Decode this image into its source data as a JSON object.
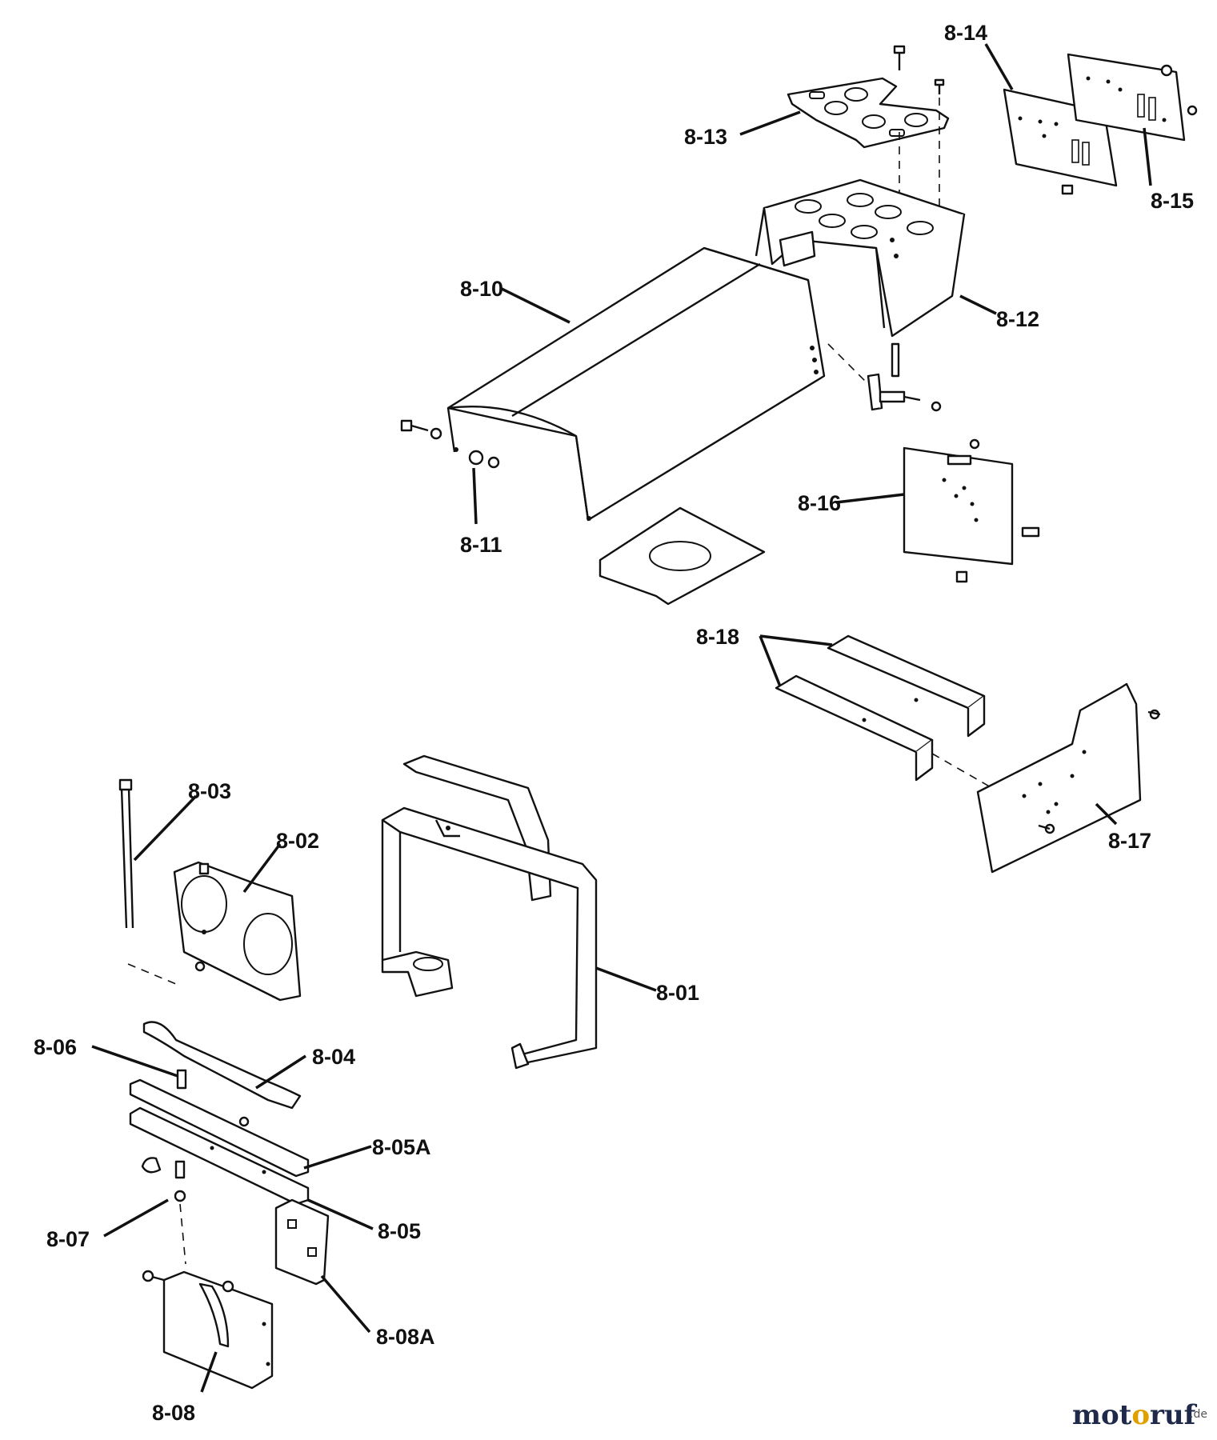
{
  "labels": {
    "l_8_01": "8-01",
    "l_8_02": "8-02",
    "l_8_03": "8-03",
    "l_8_04": "8-04",
    "l_8_05": "8-05",
    "l_8_05a": "8-05A",
    "l_8_06": "8-06",
    "l_8_07": "8-07",
    "l_8_08": "8-08",
    "l_8_08a": "8-08A",
    "l_8_10": "8-10",
    "l_8_11": "8-11",
    "l_8_12": "8-12",
    "l_8_13": "8-13",
    "l_8_14": "8-14",
    "l_8_15": "8-15",
    "l_8_16": "8-16",
    "l_8_17": "8-17",
    "l_8_18": "8-18"
  },
  "watermark": {
    "part1": "mot",
    "part2": "o",
    "part3": "ruf",
    "suffix": ".de"
  },
  "colors": {
    "line": "#111111",
    "background": "#ffffff",
    "watermark_dark": "#1f2a4a",
    "watermark_accent": "#e0a100"
  }
}
